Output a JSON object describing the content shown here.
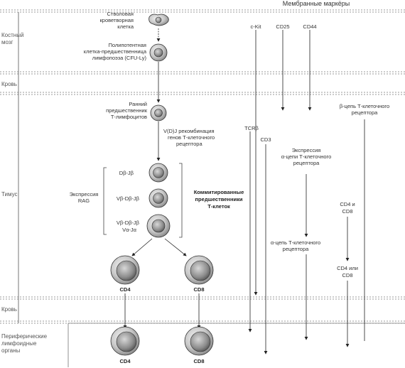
{
  "header": "Мембранные маркёры",
  "zones": {
    "bone_marrow": [
      "Костный",
      "мозг"
    ],
    "blood_1": "Кровь",
    "thymus": "Тимус",
    "blood_2": "Кровь",
    "peripheral": [
      "Периферические",
      "лимфоидные",
      "органы"
    ]
  },
  "cells": {
    "stem": [
      "Стволовая",
      "кроветворная",
      "клетка"
    ],
    "progenitor": [
      "Полипотентная",
      "клетка-предшественница",
      "лимфопоэза (CFU-Ly)"
    ],
    "early": [
      "Ранний",
      "предшественник",
      "Т-лимфоцитов"
    ],
    "recombination": [
      "V(D)J рекомбинация",
      "генов Т-клеточного",
      "рецептора"
    ],
    "dj": "Dβ-Jβ",
    "vdj": "Vβ-Dβ-Jβ",
    "vj": [
      "Vβ-Dβ-Jβ",
      "Vα-Jα"
    ],
    "rag": [
      "Экспрессия",
      "RAG"
    ],
    "committed": [
      "Коммитированные",
      "предшественники",
      "Т-клеток"
    ],
    "cd4": "CD4",
    "cd8": "CD8",
    "cd4_periph": "CD4",
    "cd8_periph": "CD8"
  },
  "markers": {
    "ckit": "c-Kit",
    "cd25": "CD25",
    "cd44": "CD44",
    "beta_chain": [
      "β-цепь Т-клеточного",
      "рецептора"
    ],
    "tcrb": "TCRβ",
    "cd3": "CD3",
    "alpha_chain_1": [
      "Экспрессия",
      "α-цепи Т-клеточного",
      "рецептора"
    ],
    "cd4cd8": [
      "CD4 и",
      "CD8"
    ],
    "alpha_chain_2": [
      "α-цепь Т-клеточного",
      "рецептора"
    ],
    "cd4orcd8": [
      "CD4 или",
      "CD8"
    ]
  }
}
